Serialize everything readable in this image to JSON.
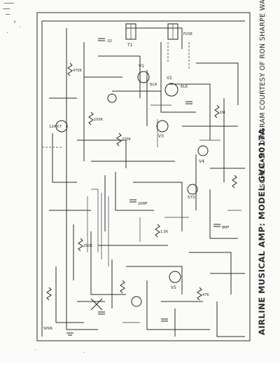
{
  "document": {
    "title": "AIRLINE MUSICAL AMP: MODEL GVC-9017A",
    "credit": "SCHEMATIC DIAGRAM COURTESY OF RON SHARPE WARD"
  },
  "components": [
    {
      "label": "T1"
    },
    {
      "label": "V1"
    },
    {
      "label": "V2"
    },
    {
      "label": "V3"
    },
    {
      "label": "V4"
    },
    {
      "label": "V5"
    },
    {
      "label": "6L6"
    },
    {
      "label": "6L6"
    },
    {
      "label": "12AX7"
    },
    {
      "label": "5Y3"
    },
    {
      "label": "470K"
    },
    {
      "label": "100K"
    },
    {
      "label": "220K"
    },
    {
      "label": "1M"
    },
    {
      "label": ".02"
    },
    {
      "label": "250K"
    },
    {
      "label": "1.5K"
    },
    {
      "label": "47K"
    },
    {
      "label": "20MF"
    },
    {
      "label": "8MF"
    },
    {
      "label": "SPKR"
    },
    {
      "label": "FUSE"
    }
  ],
  "colors": {
    "ink": "#2c2c2c",
    "paper": "#fbfbf9"
  }
}
